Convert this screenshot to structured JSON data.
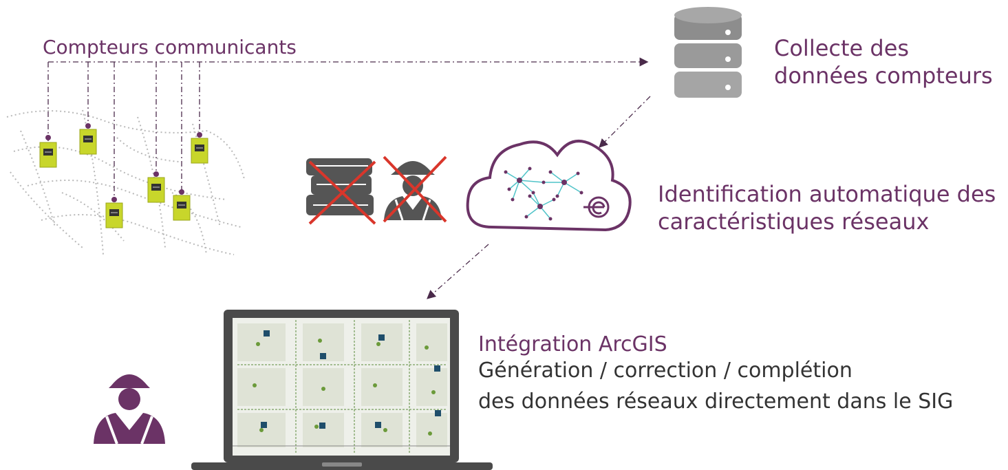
{
  "meters": {
    "title": "Compteurs communicants"
  },
  "collect": {
    "line1": "Collecte des",
    "line2": "données compteurs"
  },
  "identification": {
    "line1": "Identification automatique des",
    "line2": "caractéristiques réseaux"
  },
  "integration": {
    "title": "Intégration ArcGIS",
    "line1": "Génération / correction / complétion",
    "line2": "des données réseaux directement dans le SIG"
  },
  "colors": {
    "accent_purple": "#6b3366",
    "meter_green": "#c8d62b",
    "cross_red": "#d9362b",
    "graph_teal": "#4fc3c8",
    "gray": "#555555"
  },
  "icons": [
    "smart-meter-icon",
    "database-icon",
    "cloud-network-icon",
    "books-icon",
    "technician-icon",
    "laptop-icon",
    "worker-icon"
  ]
}
